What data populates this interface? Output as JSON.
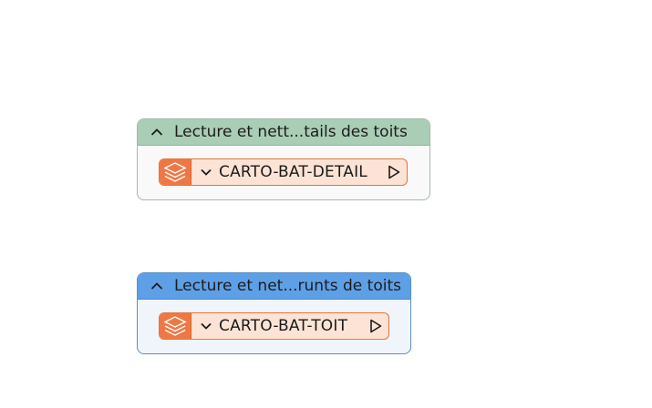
{
  "bookmarks": [
    {
      "title": "Lecture et nett...tails des toits",
      "header_color": "#a9cdb5",
      "collapse_icon": "chevron-up-icon",
      "transformer": {
        "name": "CARTO-BAT-DETAIL",
        "icon": "layers-icon",
        "expand_icon": "chevron-down-icon",
        "run_icon": "play-icon",
        "color": "#ee7844"
      }
    },
    {
      "title": "Lecture et net...runts de toits",
      "header_color": "#5ea0e6",
      "collapse_icon": "chevron-up-icon",
      "transformer": {
        "name": "CARTO-BAT-TOIT",
        "icon": "layers-icon",
        "expand_icon": "chevron-down-icon",
        "run_icon": "play-icon",
        "color": "#ee7844"
      }
    }
  ]
}
